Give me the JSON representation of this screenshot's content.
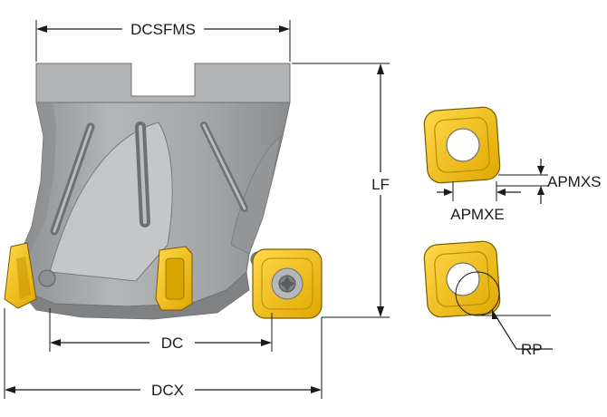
{
  "labels": {
    "dcsfms": "DCSFMS",
    "lf": "LF",
    "dc": "DC",
    "dcx": "DCX",
    "apmxs": "APMXS",
    "apmxe": "APMXE",
    "rp": "RP"
  },
  "colors": {
    "body_gray": "#a6a8aa",
    "body_dark": "#7d7f81",
    "insert_yellow": "#f2c200",
    "insert_dark": "#8a6a00",
    "line": "#1a1a1a"
  }
}
